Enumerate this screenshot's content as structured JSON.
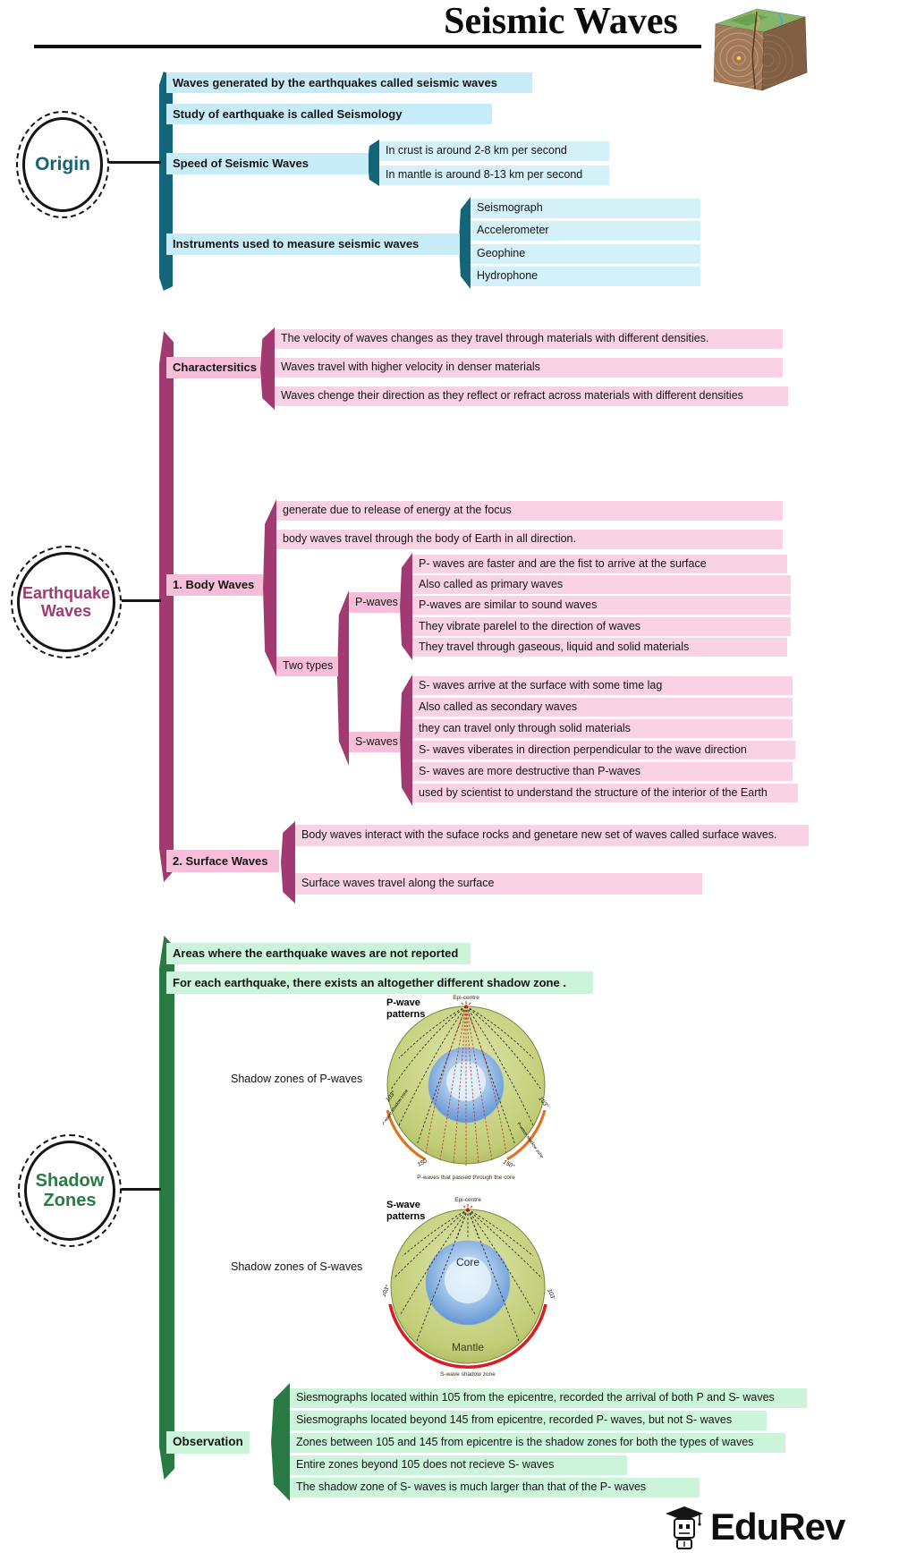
{
  "header": {
    "title": "Seismic Waves"
  },
  "colors": {
    "teal": "#14647a",
    "teal_bar": "#c7ecf7",
    "teal_sub": "#d4f1fa",
    "magenta": "#a23a72",
    "magenta_label_bar": "#f6bed8",
    "magenta_item_bar": "#f9d3e3",
    "green": "#2a7a43",
    "green_bar": "#ccf4da",
    "olive_globe": "#c2cd77",
    "core_blue": "#5c8fd0",
    "arc_orange": "#e2711d",
    "arc_red": "#d81d23"
  },
  "origin": {
    "label": "Origin",
    "fact1": "Waves generated by the earthquakes called seismic waves",
    "fact2": "Study of earthquake is called Seismology",
    "speed": {
      "label": "Speed of Seismic Waves",
      "items": [
        "In crust is around 2-8 km per second",
        "In mantle is around 8-13 km per second"
      ]
    },
    "instruments": {
      "label": "Instruments used to measure seismic waves",
      "items": [
        "Seismograph",
        "Accelerometer",
        "Geophine",
        "Hydrophone"
      ]
    }
  },
  "earthquake_waves": {
    "label": "Earthquake Waves",
    "characteristics": {
      "label": "Charactersitics",
      "items": [
        "The velocity of waves changes as they travel through materials with different densities.",
        "Waves travel with higher velocity in denser materials",
        "Waves chenge their direction as they reflect or refract across materials with different densities"
      ]
    },
    "body_waves": {
      "label": "1. Body Waves",
      "facts": [
        "generate due to release of energy at the focus",
        "body waves travel through the body of Earth in all direction."
      ],
      "two_types_label": "Two types",
      "p_waves": {
        "label": "P-waves",
        "items": [
          "P- waves are faster and are the fist to arrive at the surface",
          "Also called as primary waves",
          "P-waves are similar to sound waves",
          "They vibrate parelel to the direction of waves",
          "They travel through gaseous, liquid and solid materials"
        ]
      },
      "s_waves": {
        "label": "S-waves",
        "items": [
          "S- waves arrive at the surface with some time lag",
          "Also called as secondary waves",
          "they can travel only through solid materials",
          "S- waves viberates in direction perpendicular to the wave direction",
          "S- waves are more destructive than P-waves",
          "used by scientist to understand the structure of the interior of the Earth"
        ]
      }
    },
    "surface_waves": {
      "label": "2. Surface Waves",
      "facts": [
        "Body waves interact with the suface rocks and genetare new set of waves called surface waves.",
        "Surface waves travel along the surface"
      ]
    }
  },
  "shadow_zones": {
    "label": "Shadow Zones",
    "fact1": "Areas where the earthquake waves are not reported",
    "fact2": "For each earthquake, there exists an altogether different shadow zone .",
    "p_diagram": {
      "caption": "Shadow zones of P-waves",
      "title1": "P-wave",
      "title2": "patterns",
      "epicentre": "Epi-centre",
      "angle_left": "103°",
      "angle_right": "103°",
      "shadow_label_left": "P-wave shadow zone",
      "shadow_label_right": "P-wave shadow zone",
      "angle2_left": "150",
      "angle2_right": "150°",
      "footnote": "P-waves that passed through the core"
    },
    "s_diagram": {
      "caption": "Shadow zones of S-waves",
      "title1": "S-wave",
      "title2": "patterns",
      "epicentre": "Epi-centre",
      "core": "Core",
      "mantle": "Mantle",
      "angle_left": "103°",
      "angle_right": "103°",
      "footnote": "S-wave shadow zone"
    },
    "observation": {
      "label": "Observation",
      "items": [
        "Siesmographs located within 105 from the epicentre, recorded the arrival of both P and S- waves",
        "Siesmographs located beyond 145 from epicentre, recorded P- waves, but not S- waves",
        "Zones between 105 and 145 from epicentre is the shadow zones for both the types of waves",
        "Entire zones beyond 105 does not recieve S- waves",
        "The shadow zone of S- waves is much larger than that of the P- waves"
      ]
    }
  },
  "footer": {
    "brand": "EduRev"
  }
}
